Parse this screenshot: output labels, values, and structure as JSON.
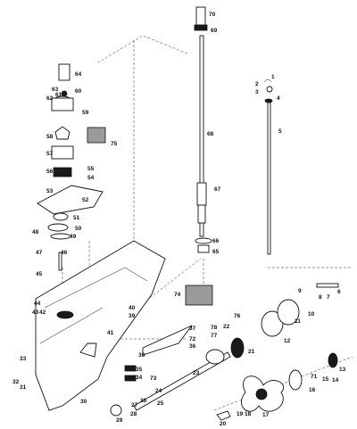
{
  "diagram": {
    "type": "exploded-parts-diagram",
    "callouts": [
      "70",
      "69",
      "68",
      "67",
      "66",
      "65",
      "64",
      "63",
      "62",
      "61",
      "60",
      "59",
      "58",
      "57",
      "56",
      "55",
      "54",
      "53",
      "52",
      "51",
      "50",
      "49",
      "48",
      "47",
      "46",
      "45",
      "44",
      "43",
      "42",
      "41",
      "40",
      "39",
      "38",
      "37",
      "36",
      "35",
      "34",
      "33",
      "32",
      "31",
      "30",
      "29",
      "28",
      "27",
      "26",
      "25",
      "24",
      "23",
      "22",
      "21",
      "20",
      "19",
      "18",
      "17",
      "16",
      "15",
      "14",
      "13",
      "12",
      "11",
      "10",
      "9",
      "8",
      "7",
      "6",
      "5",
      "4",
      "3",
      "2",
      "1",
      "75",
      "74",
      "73",
      "72",
      "71",
      "77",
      "78",
      "76"
    ]
  }
}
